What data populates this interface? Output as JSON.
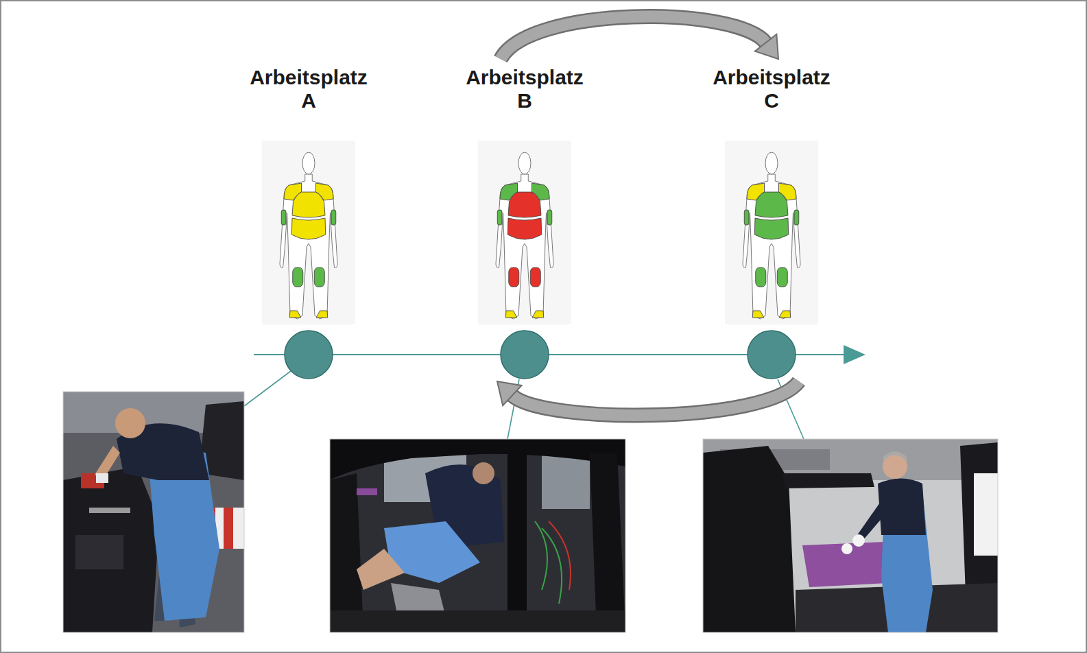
{
  "diagram": {
    "nodes": [
      {
        "text": [
          "Arbeitsplatz A"
        ]
      },
      {
        "text": [
          "Arbeitsplatz B"
        ]
      },
      {
        "text": [
          "Arbeitsplatz C"
        ]
      }
    ],
    "edges": [
      {
        "from": 1,
        "to": 2,
        "arrow": "to"
      },
      {
        "from": 2,
        "to": 1,
        "arrow": "to"
      }
    ]
  }
}
